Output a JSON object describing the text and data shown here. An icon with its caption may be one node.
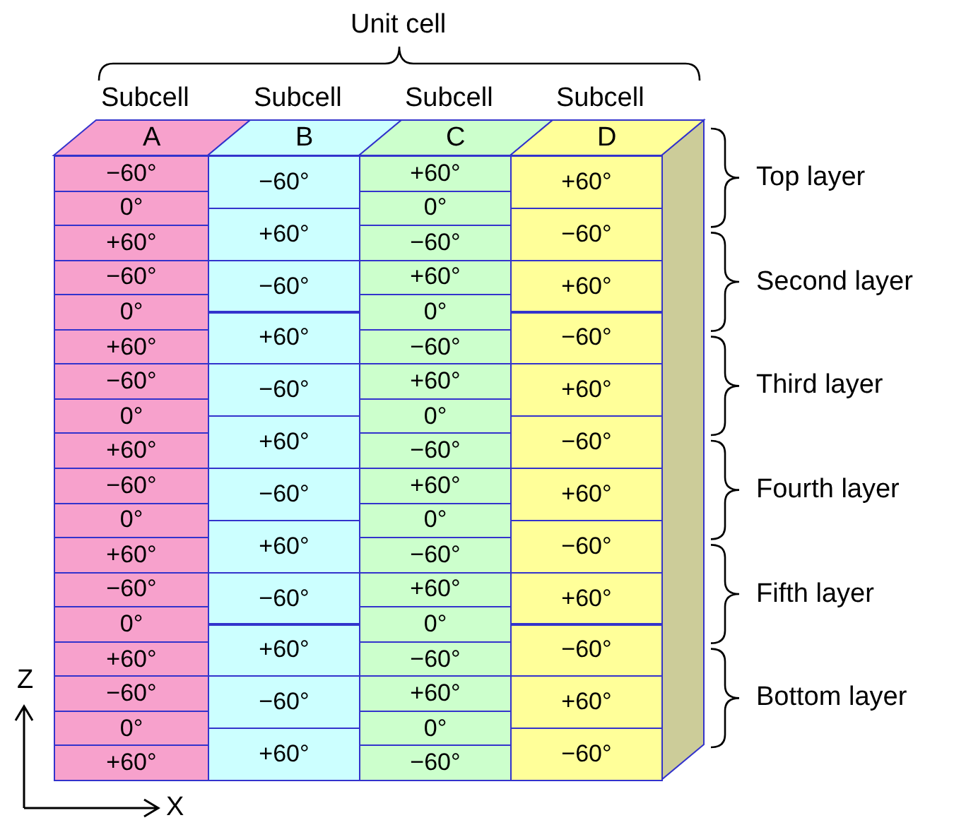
{
  "diagram": {
    "labels": [
      "Unit cell",
      "Subcell",
      "Subcell",
      "Subcell",
      "Subcell",
      "A",
      "B",
      "C",
      "D",
      "−60°",
      "0°",
      "+60°",
      "−60°",
      "0°",
      "+60°",
      "−60°",
      "0°",
      "+60°",
      "−60°",
      "0°",
      "+60°",
      "−60°",
      "0°",
      "+60°",
      "−60°",
      "0°",
      "+60°",
      "−60°",
      "+60°",
      "−60°",
      "+60°",
      "−60°",
      "+60°",
      "−60°",
      "+60°",
      "−60°",
      "+60°",
      "−60°",
      "+60°",
      "+60°",
      "0°",
      "−60°",
      "+60°",
      "0°",
      "−60°",
      "+60°",
      "0°",
      "−60°",
      "+60°",
      "0°",
      "−60°",
      "+60°",
      "0°",
      "−60°",
      "+60°",
      "0°",
      "−60°",
      "+60°",
      "−60°",
      "+60°",
      "−60°",
      "+60°",
      "−60°",
      "+60°",
      "−60°",
      "+60°",
      "−60°",
      "+60°",
      "−60°",
      "Top layer",
      "Second layer",
      "Third layer",
      "Fourth layer",
      "Fifth layer",
      "Bottom layer",
      "Z",
      "X"
    ]
  }
}
